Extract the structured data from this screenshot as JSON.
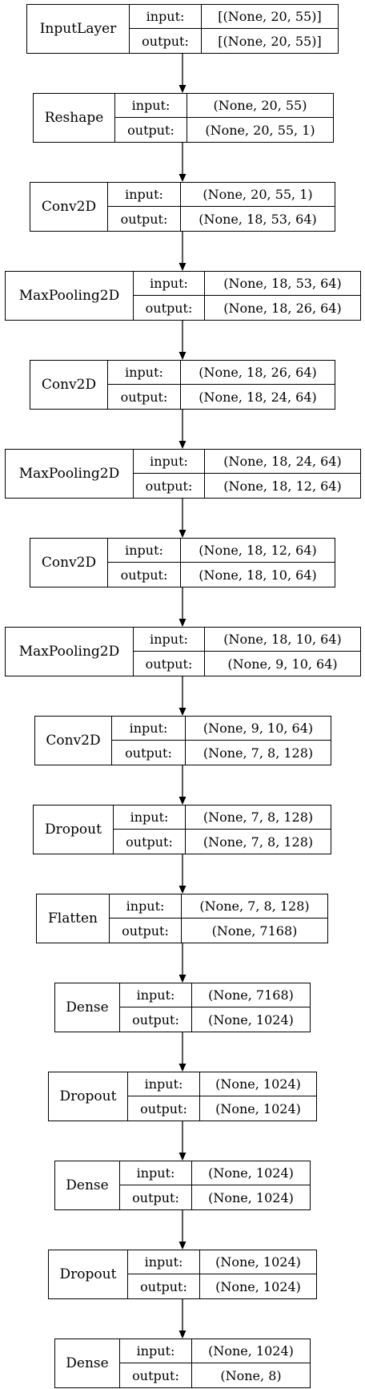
{
  "labels": {
    "input": "input:",
    "output": "output:"
  },
  "layers": [
    {
      "type": "InputLayer",
      "input": "[(None, 20, 55)]",
      "output": "[(None, 20, 55)]"
    },
    {
      "type": "Reshape",
      "input": "(None, 20, 55)",
      "output": "(None, 20, 55, 1)"
    },
    {
      "type": "Conv2D",
      "input": "(None, 20, 55, 1)",
      "output": "(None, 18, 53, 64)"
    },
    {
      "type": "MaxPooling2D",
      "input": "(None, 18, 53, 64)",
      "output": "(None, 18, 26, 64)"
    },
    {
      "type": "Conv2D",
      "input": "(None, 18, 26, 64)",
      "output": "(None, 18, 24, 64)"
    },
    {
      "type": "MaxPooling2D",
      "input": "(None, 18, 24, 64)",
      "output": "(None, 18, 12, 64)"
    },
    {
      "type": "Conv2D",
      "input": "(None, 18, 12, 64)",
      "output": "(None, 18, 10, 64)"
    },
    {
      "type": "MaxPooling2D",
      "input": "(None, 18, 10, 64)",
      "output": "(None, 9, 10, 64)"
    },
    {
      "type": "Conv2D",
      "input": "(None, 9, 10, 64)",
      "output": "(None, 7, 8, 128)"
    },
    {
      "type": "Dropout",
      "input": "(None, 7, 8, 128)",
      "output": "(None, 7, 8, 128)"
    },
    {
      "type": "Flatten",
      "input": "(None, 7, 8, 128)",
      "output": "(None, 7168)"
    },
    {
      "type": "Dense",
      "input": "(None, 7168)",
      "output": "(None, 1024)"
    },
    {
      "type": "Dropout",
      "input": "(None, 1024)",
      "output": "(None, 1024)"
    },
    {
      "type": "Dense",
      "input": "(None, 1024)",
      "output": "(None, 1024)"
    },
    {
      "type": "Dropout",
      "input": "(None, 1024)",
      "output": "(None, 1024)"
    },
    {
      "type": "Dense",
      "input": "(None, 1024)",
      "output": "(None, 8)"
    }
  ]
}
